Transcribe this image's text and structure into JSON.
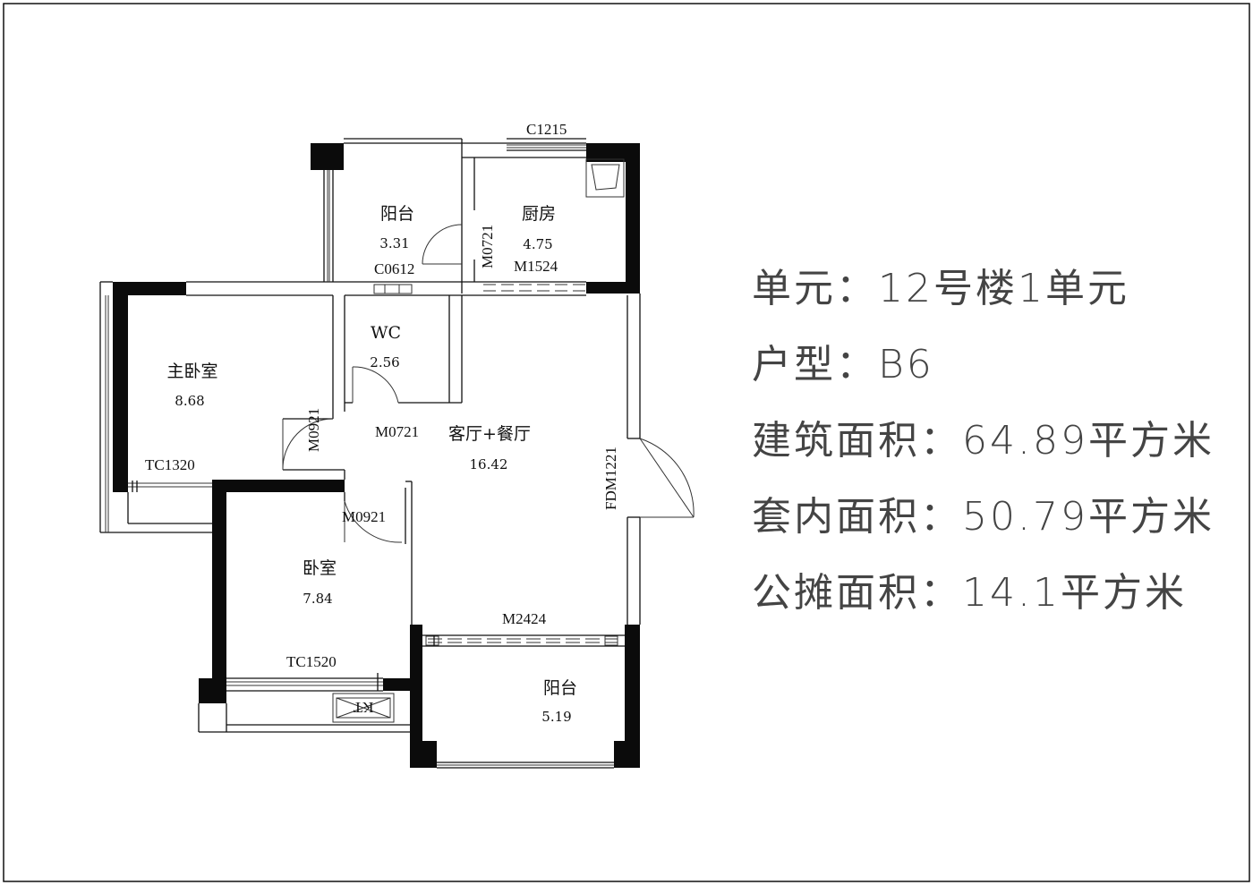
{
  "rooms": {
    "balcony_top": {
      "name": "阳台",
      "area": "3.31"
    },
    "kitchen": {
      "name": "厨房",
      "area": "4.75"
    },
    "wc": {
      "name": "WC",
      "area": "2.56"
    },
    "master_bedroom": {
      "name": "主卧室",
      "area": "8.68"
    },
    "living_dining": {
      "name": "客厅+餐厅",
      "area": "16.42"
    },
    "bedroom": {
      "name": "卧室",
      "area": "7.84"
    },
    "balcony_bottom": {
      "name": "阳台",
      "area": "5.19"
    }
  },
  "labels": {
    "c1215": "C1215",
    "m0721_kitchen": "M0721",
    "c0612": "C0612",
    "m1524": "M1524",
    "m0721_wc": "M0721",
    "m0921_master": "M0921",
    "tc1320": "TC1320",
    "fdm1221": "FDM1221",
    "m0921_bedroom": "M0921",
    "m2424": "M2424",
    "tc1520": "TC1520",
    "kt": "KT"
  },
  "info": [
    "单元：12号楼1单元",
    "户型：B6",
    "建筑面积：64.89平方米",
    "套内面积：50.79平方米",
    "公摊面积：14.1平方米"
  ]
}
